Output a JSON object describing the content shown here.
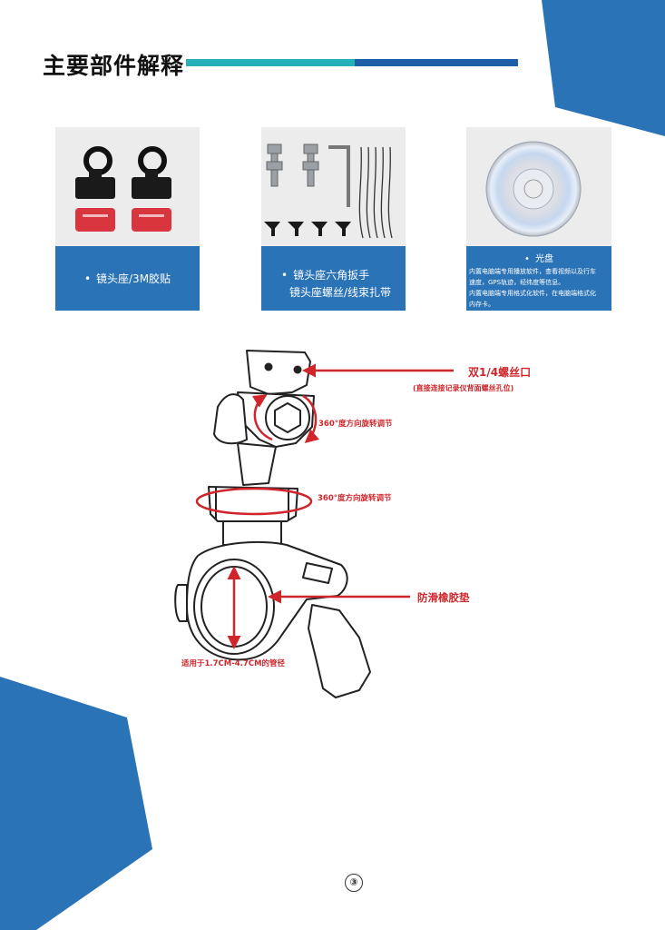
{
  "page": {
    "title": "主要部件解释",
    "page_number": "③",
    "colors": {
      "accent_blue": "#2a73b7",
      "accent_teal": "#26b0b7",
      "label_red": "#d0262b"
    }
  },
  "cards": [
    {
      "caption": "镜头座/3M胶贴"
    },
    {
      "caption_line1": "镜头座六角扳手",
      "caption_line2": "镜头座螺丝/线束扎带"
    },
    {
      "heading": "光盘",
      "lines": [
        "内置电脑端专用播放软件，查看视频以及行车",
        "速度，GPS轨迹，经纬度等信息。",
        "内置电脑端专用格式化软件，在电脑端格式化",
        "内存卡。"
      ]
    }
  ],
  "diagram": {
    "screw_label": "双1/4螺丝口",
    "screw_sublabel": "(直接连接记录仪背面螺丝孔位)",
    "rotate_label_top": "360°度方向旋转调节",
    "rotate_label_mid": "360°度方向旋转调节",
    "pad_label": "防滑橡胶垫",
    "range_label": "适用于1.7CM-4.7CM的管径"
  }
}
